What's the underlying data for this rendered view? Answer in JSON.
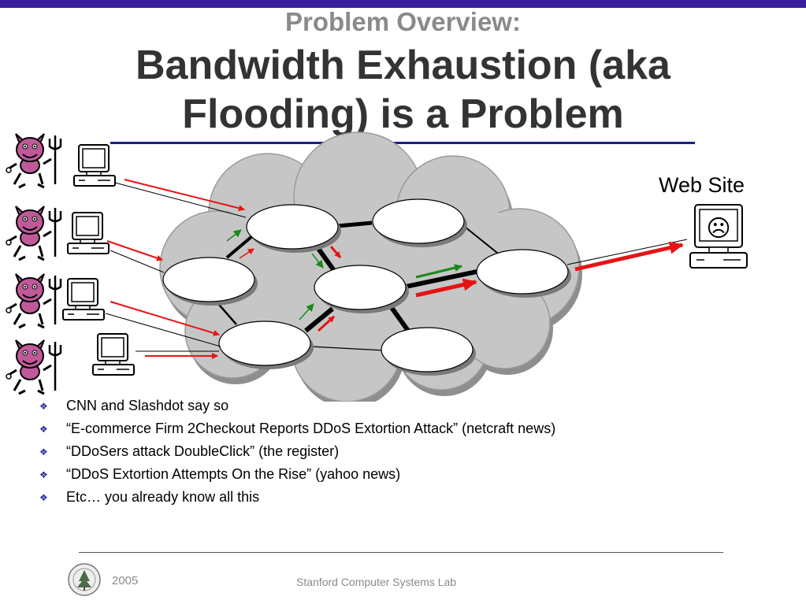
{
  "slide": {
    "subtitle": "Problem Overview:",
    "title_line1": "Bandwidth Exhaustion (aka",
    "title_line2": "Flooding) is a Problem"
  },
  "diagram": {
    "target_label": "Web Site",
    "target_face": "☹",
    "colors": {
      "attack_arrow": "#e51414",
      "legit_arrow": "#1a8a1a",
      "cloud_fill": "#c6c6c6",
      "router_fill": "#ffffff"
    }
  },
  "bullets": [
    "CNN and Slashdot say so",
    "“E-commerce Firm 2Checkout Reports DDoS Extortion Attack” (netcraft news)",
    "“DDoSers attack DoubleClick” (the register)",
    "“DDoS Extortion Attempts On the Rise” (yahoo news)",
    "Etc… you already know all this"
  ],
  "footer": {
    "year": "2005",
    "lab": "Stanford Computer Systems Lab"
  }
}
